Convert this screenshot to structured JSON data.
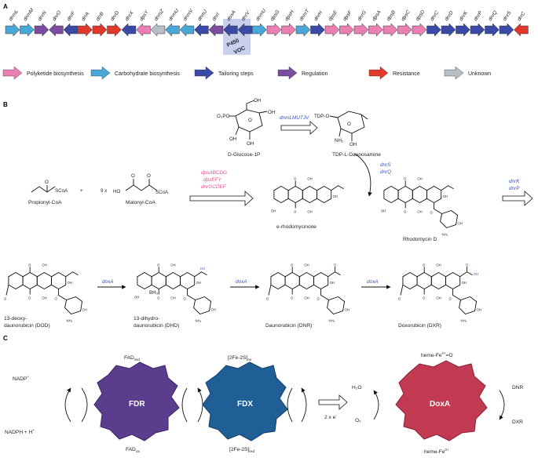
{
  "colors": {
    "polyketide": "#ea7fb3",
    "carbohydrate": "#4aa8d8",
    "tailoring": "#3a4aa6",
    "regulation": "#7a4d9e",
    "resistance": "#e0382a",
    "unknown": "#b6bec6",
    "gene_text_blue": "#3b55b0",
    "gene_text_pink": "#e0508c",
    "fdr": "#5a3d8c",
    "fdx": "#1f5f96",
    "doxa": "#c23a52"
  },
  "panels": {
    "a": "A",
    "b": "B",
    "c": "C"
  },
  "gene_cluster": {
    "genes": [
      {
        "name": "dnmL",
        "cat": "carbohydrate",
        "dir": "right"
      },
      {
        "name": "dnmM",
        "cat": "carbohydrate",
        "dir": "right"
      },
      {
        "name": "dnrN",
        "cat": "regulation",
        "dir": "right"
      },
      {
        "name": "dnrO",
        "cat": "regulation",
        "dir": "left"
      },
      {
        "name": "dnrF",
        "cat": "tailoring",
        "dir": "left"
      },
      {
        "name": "drrA",
        "cat": "resistance",
        "dir": "right"
      },
      {
        "name": "drrB",
        "cat": "resistance",
        "dir": "right"
      },
      {
        "name": "dnrD",
        "cat": "resistance",
        "dir": "right"
      },
      {
        "name": "dnrX",
        "cat": "tailoring",
        "dir": "left"
      },
      {
        "name": "dpsY",
        "cat": "polyketide",
        "dir": "left"
      },
      {
        "name": "dnmZ",
        "cat": "unknown",
        "dir": "left"
      },
      {
        "name": "dnmU",
        "cat": "carbohydrate",
        "dir": "left"
      },
      {
        "name": "dnmV",
        "cat": "carbohydrate",
        "dir": "left"
      },
      {
        "name": "dnmJ",
        "cat": "tailoring",
        "dir": "left"
      },
      {
        "name": "dnrI",
        "cat": "regulation",
        "dir": "left"
      },
      {
        "name": "doxA",
        "cat": "tailoring",
        "dir": "left"
      },
      {
        "name": "dnrV",
        "cat": "tailoring",
        "dir": "left"
      },
      {
        "name": "dnmU",
        "cat": "carbohydrate",
        "dir": "right"
      },
      {
        "name": "dpsG",
        "cat": "polyketide",
        "dir": "right"
      },
      {
        "name": "dpsH",
        "cat": "polyketide",
        "dir": "right"
      },
      {
        "name": "dnmT",
        "cat": "carbohydrate",
        "dir": "right"
      },
      {
        "name": "dnrH",
        "cat": "tailoring",
        "dir": "right"
      },
      {
        "name": "dpsE",
        "cat": "polyketide",
        "dir": "right"
      },
      {
        "name": "dpsF",
        "cat": "polyketide",
        "dir": "right"
      },
      {
        "name": "dnrG",
        "cat": "polyketide",
        "dir": "right"
      },
      {
        "name": "dpsA",
        "cat": "polyketide",
        "dir": "right"
      },
      {
        "name": "dpsB",
        "cat": "polyketide",
        "dir": "right"
      },
      {
        "name": "dpsC",
        "cat": "polyketide",
        "dir": "right"
      },
      {
        "name": "dpsD",
        "cat": "polyketide",
        "dir": "right"
      },
      {
        "name": "dnrC",
        "cat": "tailoring",
        "dir": "right"
      },
      {
        "name": "dnrD",
        "cat": "tailoring",
        "dir": "right"
      },
      {
        "name": "dnrK",
        "cat": "tailoring",
        "dir": "right"
      },
      {
        "name": "dnrP",
        "cat": "tailoring",
        "dir": "right"
      },
      {
        "name": "dnrQ",
        "cat": "tailoring",
        "dir": "right"
      },
      {
        "name": "dnrS",
        "cat": "tailoring",
        "dir": "right"
      },
      {
        "name": "drrC",
        "cat": "resistance",
        "dir": "left"
      }
    ],
    "highlight_label_1": "P450",
    "highlight_label_2": "VOC"
  },
  "legend": [
    {
      "cat": "polyketide",
      "label": "Polyketide biosynthesis"
    },
    {
      "cat": "carbohydrate",
      "label": "Carbohydrate biosynthesis"
    },
    {
      "cat": "tailoring",
      "label": "Tailoring steps"
    },
    {
      "cat": "regulation",
      "label": "Regulation"
    },
    {
      "cat": "resistance",
      "label": "Resistance"
    },
    {
      "cat": "unknown",
      "label": "Unknown"
    }
  ],
  "pathway": {
    "glucose": "D-Glucose-1P",
    "glucose_genes": "dnmLMUTJV",
    "daunosamine": "TDP-L-Daunosamine",
    "propionyl": "Propionyl-CoA",
    "malonyl": "Malonyl-CoA",
    "plus": "+",
    "nine_x": "9 x",
    "pks_genes": [
      "dpsABCDG",
      "dpsEFY",
      "dnrGCDEF"
    ],
    "rhodo_genes": [
      "dnrS",
      "dnrQ"
    ],
    "e_rhodo": "e-rhodomycinone",
    "rhodomycin": "Rhodomycin D",
    "knp_genes": [
      "dnrK",
      "dnrP"
    ],
    "dod": [
      "13-deoxy-",
      "daunorubicin (DOD)"
    ],
    "dhd": [
      "13-dihydro-",
      "daunorubicin (DHD)"
    ],
    "dnr": "Daunorubicin (DNR)",
    "dxr": "Doxorubicin (DXR)",
    "doxa_label": "doxA",
    "chem": {
      "opo3": "O₃PO",
      "oh": "OH",
      "nh2": "NH₂",
      "tdp": "TDP-O",
      "o": "O",
      "scoa": "SCoA",
      "ho": "HO",
      "bh3": "BH₃"
    }
  },
  "electron_transfer": {
    "fdr": "FDR",
    "fdx": "FDX",
    "doxa": "DoxA",
    "fad_red": "FAD",
    "fad_red_sub": "red",
    "fad_ox": "FAD",
    "fad_ox_sub": "ox",
    "fes_ox": "[2Fe-2S]",
    "fes_ox_sub": "ox",
    "fes_red": "[2Fe-2S]",
    "fes_red_sub": "red",
    "nadp": "NADP",
    "nadp_sup": "+",
    "nadph": "NADPH + H",
    "nadph_sup": "+",
    "h2o": "H₂O",
    "o2": "O₂",
    "electrons": "2 x e",
    "electrons_sup": "-",
    "heme_top": "heme-Fe",
    "heme_top_sup": "4+",
    "heme_top_tail": "=O",
    "heme_bot": "heme-Fe",
    "heme_bot_sup": "3+",
    "dnr": "DNR",
    "dxr": "DXR"
  }
}
